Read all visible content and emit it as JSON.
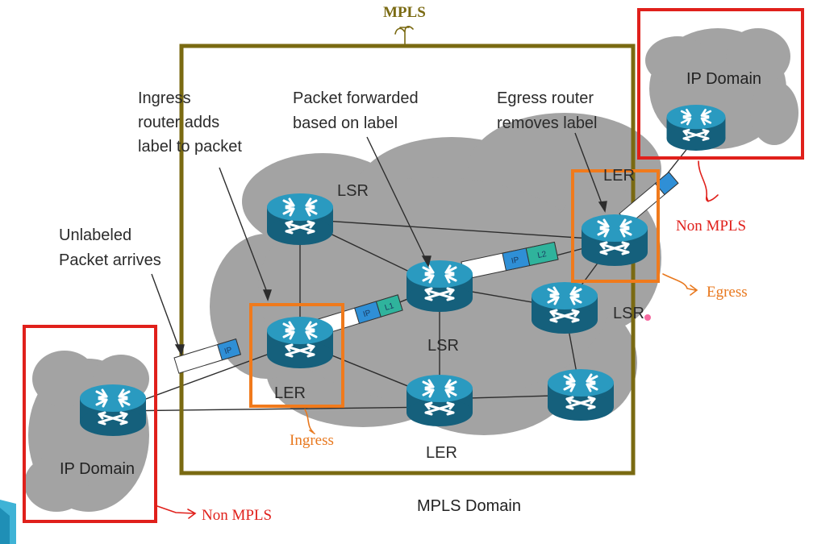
{
  "annotations": {
    "mpls_top": "MPLS",
    "non_mpls_right": "Non  MPLS",
    "non_mpls_bottom": "Non  MPLS",
    "egress": "Egress",
    "ingress": "Ingress"
  },
  "domains": {
    "ip_domain_top_right": "IP Domain",
    "ip_domain_bottom_left": "IP Domain",
    "mpls_domain": "MPLS Domain"
  },
  "callouts": {
    "ingress": [
      "Ingress",
      "router adds",
      "label to packet"
    ],
    "forwarded": [
      "Packet forwarded",
      "based on label"
    ],
    "egress": [
      "Egress router",
      "removes label"
    ],
    "unlabeled": [
      "Unlabeled",
      "Packet arrives"
    ]
  },
  "routers": {
    "lsr_top": "LSR",
    "lsr_center": "LSR",
    "lsr_right": "LSR",
    "ler_ingress": "LER",
    "ler_bottom": "LER",
    "ler_egress": "LER"
  },
  "packets": {
    "unlabeled_ip": "IP",
    "ingress_ip": "IP",
    "ingress_label": "L1",
    "core_ip": "IP",
    "core_label": "L2"
  },
  "colors": {
    "mpls_frame": "#7a6a12",
    "non_mpls_box": "#e0201b",
    "router_highlight": "#f07a1c",
    "router_body": "#1e7c9c",
    "cloud": "#a3a3a3"
  }
}
